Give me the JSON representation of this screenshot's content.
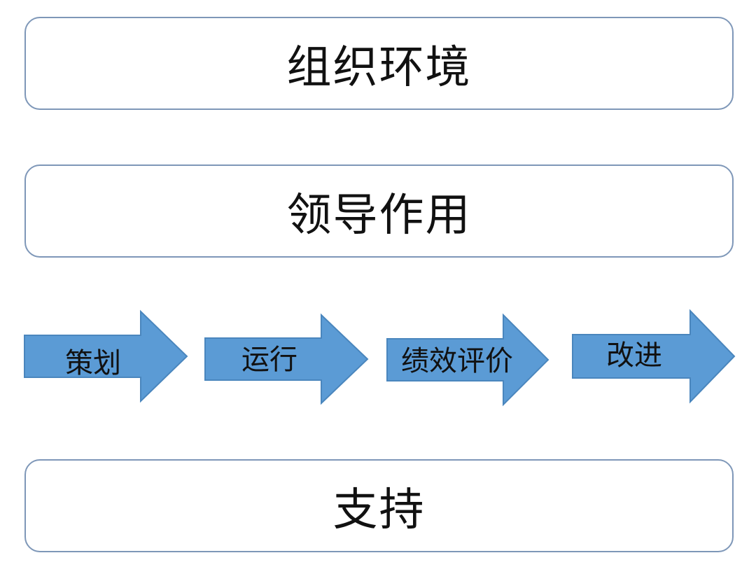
{
  "diagram": {
    "colors": {
      "arrow_fill": "#5b9bd5",
      "arrow_stroke": "#4a86bd",
      "box_border": "#7e97b8",
      "text": "#111111"
    },
    "boxes": {
      "organizational_environment": "组织环境",
      "leadership": "领导作用",
      "support": "支持"
    },
    "process": [
      {
        "label": "策划"
      },
      {
        "label": "运行"
      },
      {
        "label": "绩效评价"
      },
      {
        "label": "改进"
      }
    ]
  }
}
